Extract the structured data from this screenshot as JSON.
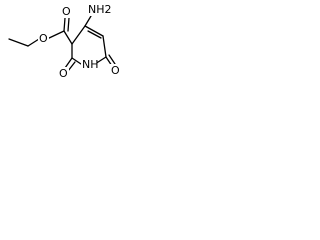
{
  "molecule": {
    "atoms": {
      "amine": "NH2",
      "ring_nitrogen": "NH",
      "ester_carbonyl_oxygen": "O",
      "ester_oxygen": "O",
      "ring_carbonyl_oxygen_left": "O",
      "ring_carbonyl_oxygen_right": "O"
    }
  }
}
